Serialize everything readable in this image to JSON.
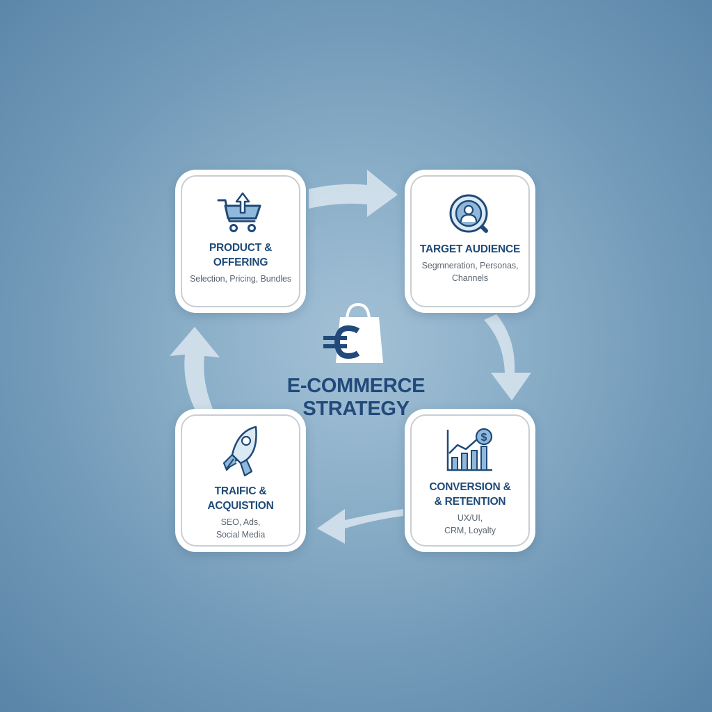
{
  "center": {
    "title": "E-COMMERCE\nSTRATEGY",
    "icon": "euro-shopping-bag-icon"
  },
  "cards": [
    {
      "id": "product",
      "title": "PRODUCT & OFFERING",
      "subtitle": "Selection, Pricing, Bundles",
      "icon": "shopping-cart-upload-icon"
    },
    {
      "id": "audience",
      "title": "TARGET AUDIENCE",
      "subtitle": "Segmneration, Personas,\nChannels",
      "icon": "person-search-icon"
    },
    {
      "id": "conversion",
      "title": "CONVERSION &\n& RETENTION",
      "subtitle": "UX/UI,\nCRM, Loyalty",
      "icon": "bar-chart-dollar-icon"
    },
    {
      "id": "traffic",
      "title": "TRAIFIC &\nACQUISTION",
      "subtitle": "SEO, Ads,\nSocial Media",
      "icon": "rocket-icon"
    }
  ],
  "colors": {
    "navy": "#1f4a78",
    "accent_blue": "#8fb8da",
    "arrow": "#dde8f0",
    "background": "#7fa4c1"
  }
}
